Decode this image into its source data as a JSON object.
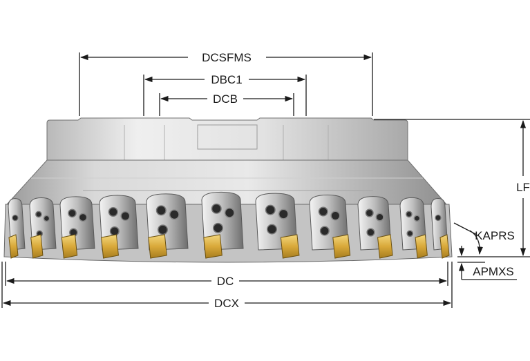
{
  "dimensions": {
    "dcsfms": "DCSFMS",
    "dbc1": "DBC1",
    "dcb": "DCB",
    "lf": "LF",
    "kaprs": "KAPRS",
    "apmxs": "APMXS",
    "dc": "DC",
    "dcx": "DCX"
  },
  "colors": {
    "body_light": "#e6e6e6",
    "body_mid": "#c8c8c8",
    "body_dark": "#8e8e8e",
    "insert_gold": "#e0b84a",
    "screw_dark": "#2a2a2a",
    "line": "#1a1a1a"
  }
}
